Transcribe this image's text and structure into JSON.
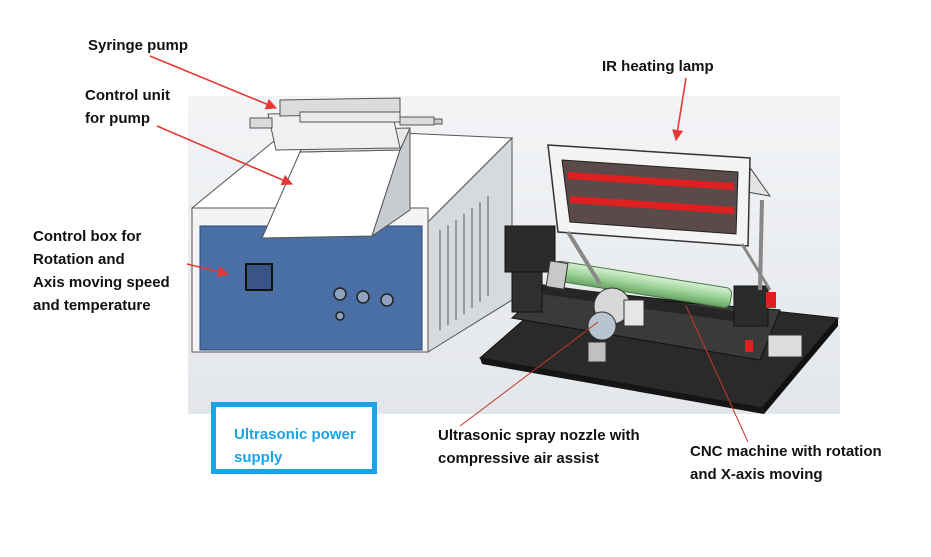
{
  "labels": {
    "syringe_pump": "Syringe pump",
    "control_unit": [
      "Control unit",
      "for pump"
    ],
    "control_box": [
      "Control box for",
      "Rotation and",
      "Axis moving speed",
      "and temperature"
    ],
    "ir_lamp": "IR heating lamp",
    "nozzle": [
      "Ultrasonic spray nozzle with",
      "compressive air assist"
    ],
    "cnc": [
      "CNC machine with rotation",
      "and X-axis moving"
    ],
    "power_supply": [
      "Ultrasonic power",
      "supply"
    ]
  },
  "colors": {
    "arrow": "#e53935",
    "power_box": "#1aa3e8",
    "control_panel": "#4a6fa5",
    "lamp_glow": "#e02020",
    "roller": "#9fd49a"
  }
}
